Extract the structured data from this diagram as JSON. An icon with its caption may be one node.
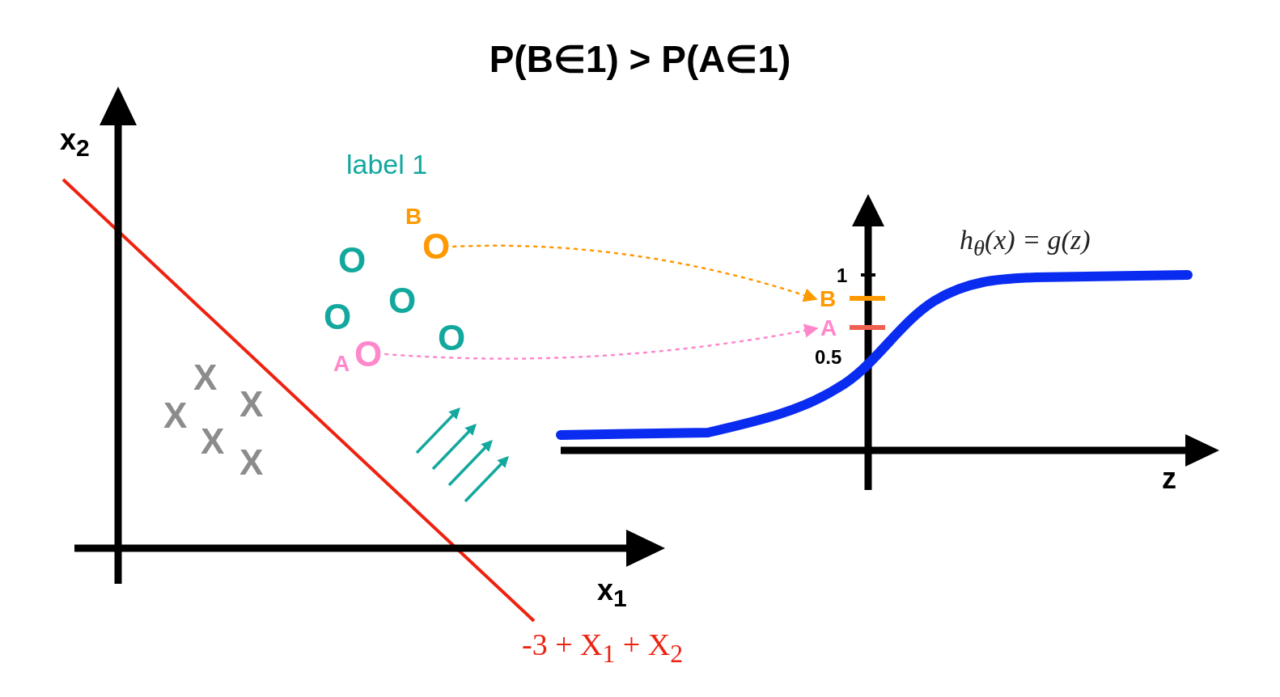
{
  "diagram": {
    "title": "P(B∈1) > P(A∈1)",
    "nodes": [
      {
        "text": [
          "O"
        ],
        "beside": [
          "B"
        ]
      },
      {
        "text": [
          "B"
        ]
      },
      {
        "text": [
          "O"
        ],
        "beside": [
          "A"
        ]
      },
      {
        "text": [
          "A"
        ]
      }
    ],
    "edges": [
      {
        "from": 0,
        "to": 1,
        "arrow": "to",
        "style": "dashed",
        "color": "#ff9900"
      },
      {
        "from": 2,
        "to": 3,
        "arrow": "to",
        "style": "dashed",
        "color": "#ff88cc"
      }
    ],
    "labels": [
      "x$_{2}$",
      "label 1",
      "O",
      "O",
      "O",
      "O",
      "X",
      "X",
      "X",
      "X",
      "X",
      "x$_{1}$",
      "-3 + X$_{1}$ + X$_{2}$",
      "h$_{θ}$(x) = g(z)",
      "1",
      "0.5",
      "z"
    ]
  }
}
